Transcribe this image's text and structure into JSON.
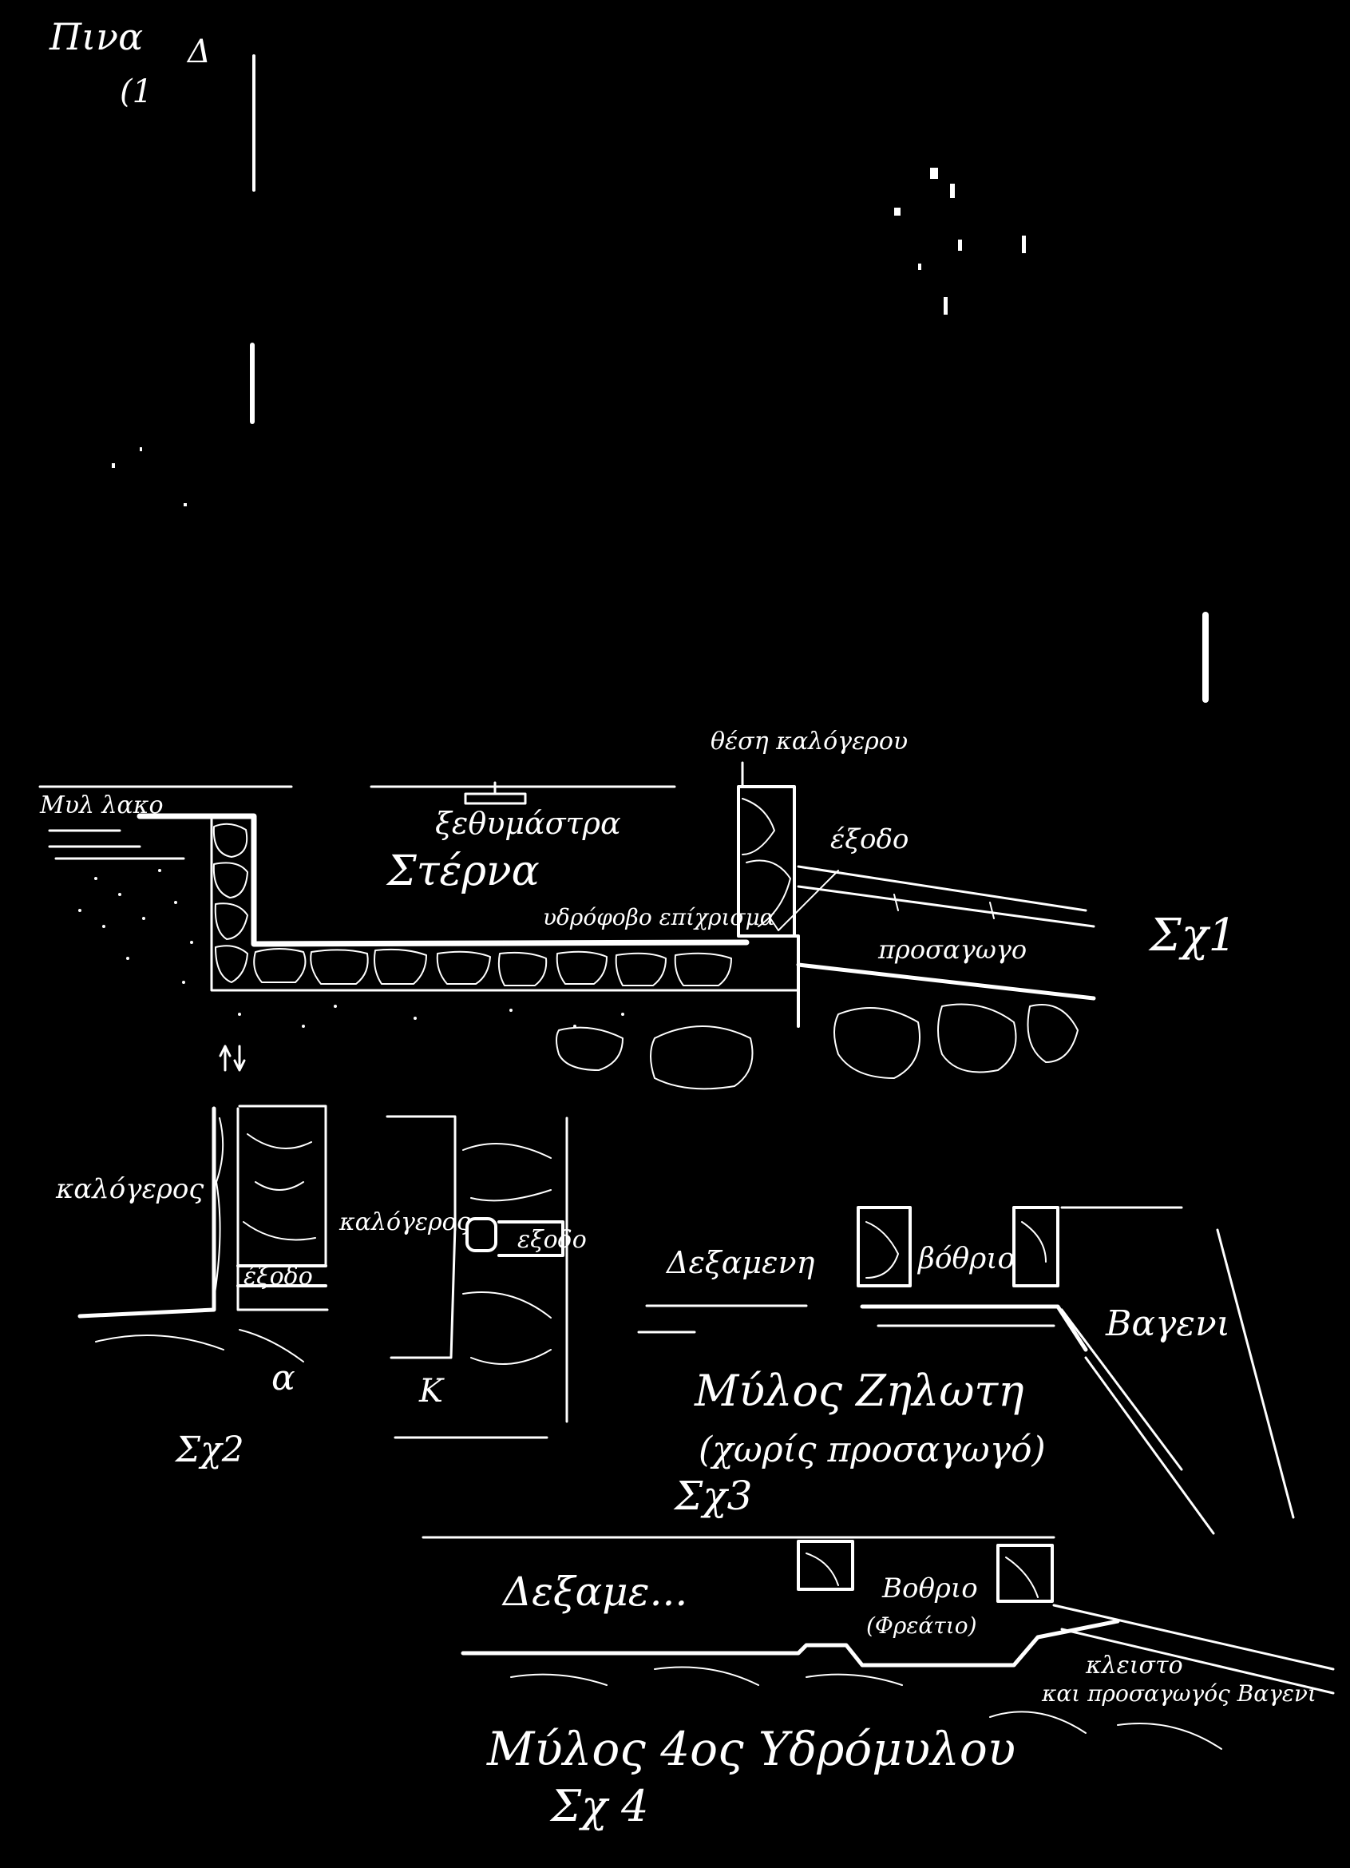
{
  "sheet": {
    "title": "Πινα",
    "title_mark": "Δ",
    "title_sub": "(1"
  },
  "fig1": {
    "caption": "Σχ1",
    "labels": {
      "millstone": "Μυλ  λακο",
      "overflow": "ξεθυμάστρα",
      "tank": "Στέρνα",
      "plaster": "υδρόφοβο επίχρισμα",
      "monk_position": "θέση καλόγερου",
      "exit": "έξοδο",
      "conduit": "προσαγωγο"
    }
  },
  "fig2": {
    "caption": "Σχ2",
    "labels": {
      "monk_left": "καλόγερος",
      "exit_left": "έξοδο",
      "part_a": "α",
      "monk_right": "καλόγερος",
      "exit_right": "εξοδο",
      "part_k": "Κ"
    }
  },
  "fig3": {
    "caption": "Σχ3",
    "labels": {
      "reservoir": "Δεξαμενη",
      "shaft": "βόθριο",
      "ravine": "Βαγενι",
      "mill_name": "Μύλος Ζηλωτη",
      "note": "(χωρίς προσαγωγό)"
    }
  },
  "fig4": {
    "caption": "Σχ 4",
    "labels": {
      "reservoir": "Δεξαμε...",
      "shaft": "Βοθριο",
      "shaft_note": "(Φρεάτιο)",
      "closed_line1": "κλειστο",
      "closed_line2": "και προσαγωγός Βαγενι",
      "mill_name": "Μύλος 4ος Υδρόμυλου"
    }
  },
  "colors": {
    "background": "#000000",
    "ink": "#ffffff"
  }
}
